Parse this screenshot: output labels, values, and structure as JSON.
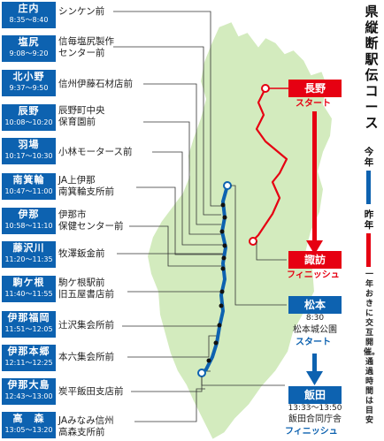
{
  "title": "県縦断駅伝コース",
  "legend": {
    "this_year": "今年",
    "last_year": "昨年",
    "this_year_color": "#0d62b0",
    "last_year_color": "#e60012"
  },
  "note": "一年おきに交互開催。通過時間は目安",
  "stops": [
    {
      "name": "庄内",
      "time": "8:35～8:40",
      "place": "シンケン前"
    },
    {
      "name": "塩尻",
      "time": "9:08～9:20",
      "place": "信毎塩尻製作\nセンター前"
    },
    {
      "name": "北小野",
      "time": "9:37～9:50",
      "place": "信州伊藤石材店前"
    },
    {
      "name": "辰野",
      "time": "10:08～10:20",
      "place": "辰野町中央\n保育園前"
    },
    {
      "name": "羽場",
      "time": "10:17～10:30",
      "place": "小林モータース前"
    },
    {
      "name": "南箕輪",
      "time": "10:47～11:00",
      "place": "JA上伊那\n南箕輪支所前"
    },
    {
      "name": "伊那",
      "time": "10:58～11:10",
      "place": "伊那市\n保健センター前"
    },
    {
      "name": "藤沢川",
      "time": "11:20～11:35",
      "place": "牧澤鈑金前"
    },
    {
      "name": "駒ケ根",
      "time": "11:40～11:55",
      "place": "駒ケ根駅前\n旧五屋書店前"
    },
    {
      "name": "伊那福岡",
      "time": "11:51～12:05",
      "place": "辻沢集会所前"
    },
    {
      "name": "伊那本郷",
      "time": "12:11～12:25",
      "place": "本六集会所前"
    },
    {
      "name": "伊那大島",
      "time": "12:43～13:00",
      "place": "炭平飯田支店前"
    },
    {
      "name": "高　森",
      "time": "13:05～13:20",
      "place": "JAみなみ信州\n高森支所前"
    }
  ],
  "last_year_route": {
    "start_city": "長野",
    "start_label": "スタート",
    "finish_city": "諏訪",
    "finish_label": "フィニッシュ"
  },
  "this_year_route": {
    "start_city": "松本",
    "start_time": "8:30",
    "start_place": "松本城公園",
    "start_label": "スタート",
    "finish_city": "飯田",
    "finish_time": "13:33～13:50",
    "finish_place": "飯田合同庁舎",
    "finish_label": "フィニッシュ"
  }
}
